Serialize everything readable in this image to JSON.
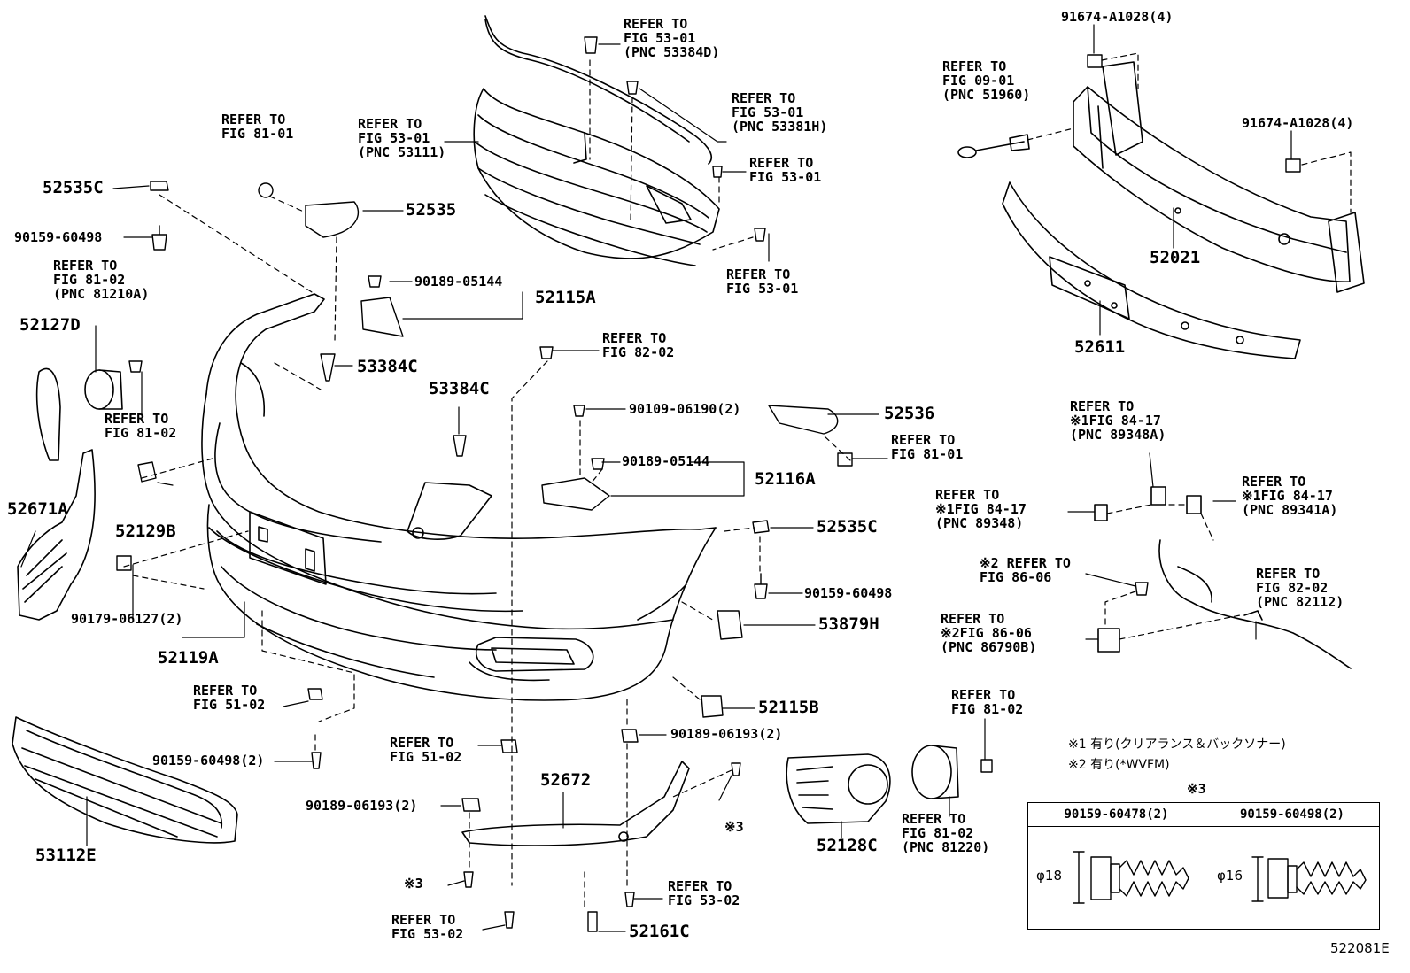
{
  "diagram": {
    "drawing_id": "522081E",
    "parts": {
      "p52535C_a": "52535C",
      "p52535": "52535",
      "p90159_60498_a": "90159-60498",
      "p52127D": "52127D",
      "p90189_05144_a": "90189-05144",
      "p52115A": "52115A",
      "p53384C_a": "53384C",
      "p53384C_b": "53384C",
      "p52671A": "52671A",
      "p52129B": "52129B",
      "p90179_06127": "90179-06127(2)",
      "p52119A": "52119A",
      "p90109_06190": "90109-06190(2)",
      "p90189_05144_b": "90189-05144",
      "p52116A": "52116A",
      "p52536": "52536",
      "p52535C_b": "52535C",
      "p90159_60498_b": "90159-60498",
      "p53879H": "53879H",
      "p52115B": "52115B",
      "p90189_06193_a": "90189-06193(2)",
      "p90159_60498_c": "90159-60498(2)",
      "p53112E": "53112E",
      "p90189_06193_b": "90189-06193(2)",
      "p52672": "52672",
      "p52161C": "52161C",
      "p52128C": "52128C",
      "p91674_a": "91674-A1028(4)",
      "p91674_b": "91674-A1028(4)",
      "p52021": "52021",
      "p52611": "52611",
      "mark3_a": "※3",
      "mark3_b": "※3"
    },
    "refs": {
      "r_fig81_01_a": "REFER TO\nFIG 81-01",
      "r_fig53_01_grille": "REFER TO\nFIG 53-01\n(PNC 53111)",
      "r_fig53_01_top": "REFER TO\nFIG 53-01\n(PNC 53384D)",
      "r_fig53_01_h": "REFER TO\nFIG 53-01\n(PNC 53381H)",
      "r_fig53_01_c": "REFER TO\nFIG 53-01",
      "r_fig53_01_d": "REFER TO\nFIG 53-01",
      "r_fig81_02_a": "REFER TO\nFIG 81-02\n(PNC 81210A)",
      "r_fig81_02_b": "REFER TO\nFIG 81-02",
      "r_fig82_02_a": "REFER TO\nFIG 82-02",
      "r_fig81_01_b": "REFER TO\nFIG 81-01",
      "r_fig09_01": "REFER TO\nFIG 09-01\n(PNC 51960)",
      "r_fig84_17_a": "REFER TO\n※1FIG 84-17\n(PNC 89348A)",
      "r_fig84_17_b": "REFER TO\n※1FIG 84-17\n(PNC 89348)",
      "r_fig84_17_c": "REFER TO\n※1FIG 84-17\n(PNC 89341A)",
      "r_fig86_06_a": "※2 REFER TO\nFIG 86-06",
      "r_fig86_06_b": "REFER TO\n※2FIG 86-06\n(PNC 86790B)",
      "r_fig82_02_b": "REFER TO\nFIG 82-02\n(PNC 82112)",
      "r_fig51_02_a": "REFER TO\nFIG 51-02",
      "r_fig51_02_b": "REFER TO\nFIG 51-02",
      "r_fig81_02_c": "REFER TO\nFIG 81-02",
      "r_fig81_02_d": "REFER TO\nFIG 81-02\n(PNC 81220)",
      "r_fig53_02_a": "REFER TO\nFIG 53-02",
      "r_fig53_02_b": "REFER TO\nFIG 53-02"
    },
    "notes": {
      "note1": "※1 有り(クリアランス＆バックソナー)",
      "note2": "※2 有り(*WVFM)"
    },
    "table": {
      "marker": "※3",
      "col1_header": "90159-60478(2)",
      "col2_header": "90159-60498(2)",
      "col1_dim": "φ18",
      "col2_dim": "φ16"
    }
  }
}
